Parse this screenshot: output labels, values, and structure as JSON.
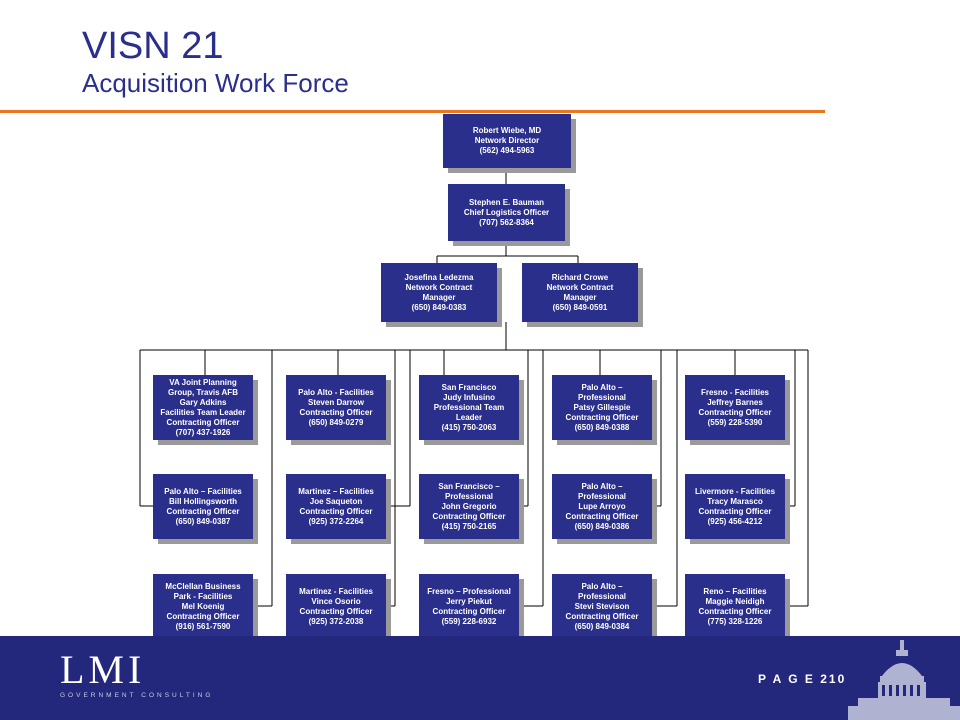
{
  "header": {
    "title": "VISN 21",
    "subtitle": "Acquisition Work Force"
  },
  "colors": {
    "box": "#2b2f8c",
    "accent": "#e8781e",
    "footer": "#23287c"
  },
  "boxes": {
    "director": [
      "Robert Wiebe, MD",
      "Network Director",
      "(562) 494-5963"
    ],
    "clo": [
      "Stephen E. Bauman",
      "Chief Logistics Officer",
      "(707) 562-8364"
    ],
    "mgr1": [
      "Josefina Ledezma",
      "Network Contract",
      "Manager",
      "(650) 849-0383"
    ],
    "mgr2": [
      "Richard Crowe",
      "Network Contract",
      "Manager",
      "(650) 849-0591"
    ],
    "c1r1": [
      "VA Joint Planning",
      "Group, Travis AFB",
      "Gary Adkins",
      "Facilities Team Leader",
      "Contracting Officer",
      "(707) 437-1926"
    ],
    "c1r2": [
      "Palo Alto – Facilities",
      "Bill Hollingsworth",
      "Contracting Officer",
      "(650) 849-0387"
    ],
    "c1r3": [
      "McClellan Business",
      "Park - Facilities",
      "Mel Koenig",
      "Contracting Officer",
      "(916) 561-7590"
    ],
    "c2r1": [
      "Palo Alto - Facilities",
      "Steven Darrow",
      "Contracting Officer",
      "(650) 849-0279"
    ],
    "c2r2": [
      "Martinez – Facilities",
      "Joe Saqueton",
      "Contracting Officer",
      "(925) 372-2264"
    ],
    "c2r3": [
      "Martinez - Facilities",
      "Vince Osorio",
      "Contracting Officer",
      "(925) 372-2038"
    ],
    "c3r1": [
      "San Francisco",
      "Judy Infusino",
      "Professional Team",
      "Leader",
      "(415) 750-2063"
    ],
    "c3r2": [
      "San Francisco –",
      "Professional",
      "John Gregorio",
      "Contracting Officer",
      "(415) 750-2165"
    ],
    "c3r3": [
      "Fresno – Professional",
      "Jerry Piekut",
      "Contracting Officer",
      "(559) 228-6932"
    ],
    "c4r1": [
      "Palo Alto –",
      "Professional",
      "Patsy Gillespie",
      "Contracting Officer",
      "(650) 849-0388"
    ],
    "c4r2": [
      "Palo Alto –",
      "Professional",
      "Lupe Arroyo",
      "Contracting Officer",
      "(650) 849-0386"
    ],
    "c4r3": [
      "Palo Alto –",
      "Professional",
      "Stevi Stevison",
      "Contracting Officer",
      "(650) 849-0384"
    ],
    "c5r1": [
      "Fresno - Facilities",
      "Jeffrey Barnes",
      "Contracting Officer",
      "(559) 228-5390"
    ],
    "c5r2": [
      "Livermore - Facilities",
      "Tracy Marasco",
      "Contracting Officer",
      "(925) 456-4212"
    ],
    "c5r3": [
      "Reno – Facilities",
      "Maggie Neidigh",
      "Contracting Officer",
      "(775) 328-1226"
    ]
  },
  "footer": {
    "logo": "LMI",
    "logo_tag": "GOVERNMENT CONSULTING",
    "page": "P A G E  210"
  }
}
